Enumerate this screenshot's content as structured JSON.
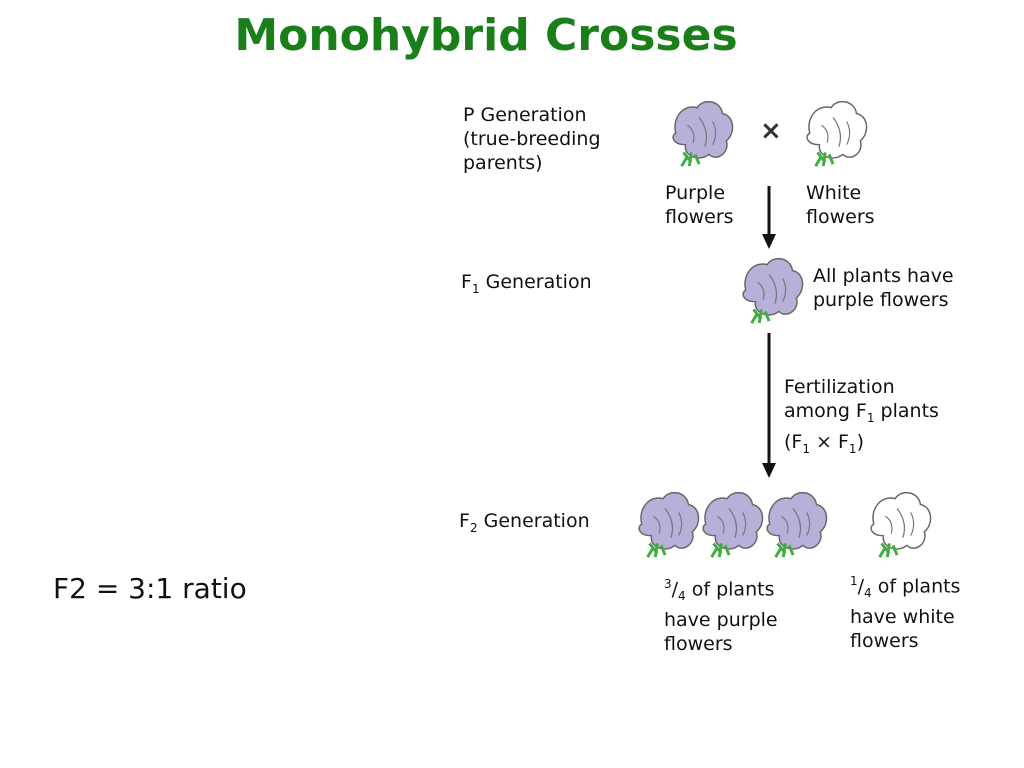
{
  "title": "Monohybrid Crosses",
  "p_generation": {
    "lines": [
      "P Generation",
      "(true-breeding",
      "parents)"
    ],
    "cross_symbol": "×",
    "left_parent": {
      "lines": [
        "Purple",
        "flowers"
      ],
      "color": "#b9b0d9"
    },
    "right_parent": {
      "lines": [
        "White",
        "flowers"
      ],
      "color": "#ffffff"
    }
  },
  "f1_generation": {
    "label": "F",
    "label_sub": "1",
    "label_rest": " Generation",
    "result_lines": [
      "All plants have",
      "purple flowers"
    ]
  },
  "fertilization": {
    "line1": "Fertilization",
    "line2_pre": "among F",
    "line2_sub": "1",
    "line2_post": " plants",
    "line3_a": "(F",
    "line3_sub1": "1",
    "line3_x": " × F",
    "line3_sub2": "1",
    "line3_end": ")"
  },
  "f2_generation": {
    "label": "F",
    "label_sub": "2",
    "label_rest": " Generation",
    "purple": {
      "num": "3",
      "den": "4",
      "rest": " of plants",
      "lines": [
        "have purple",
        "flowers"
      ]
    },
    "white": {
      "num": "1",
      "den": "4",
      "rest": " of plants",
      "lines": [
        "have white",
        "flowers"
      ]
    }
  },
  "ratio_text": "F2 = 3:1 ratio",
  "colors": {
    "title": "#1a7f1a",
    "purple_flower": "#b9b0d9",
    "stem": "#3fae3f",
    "arrow": "#111111"
  }
}
